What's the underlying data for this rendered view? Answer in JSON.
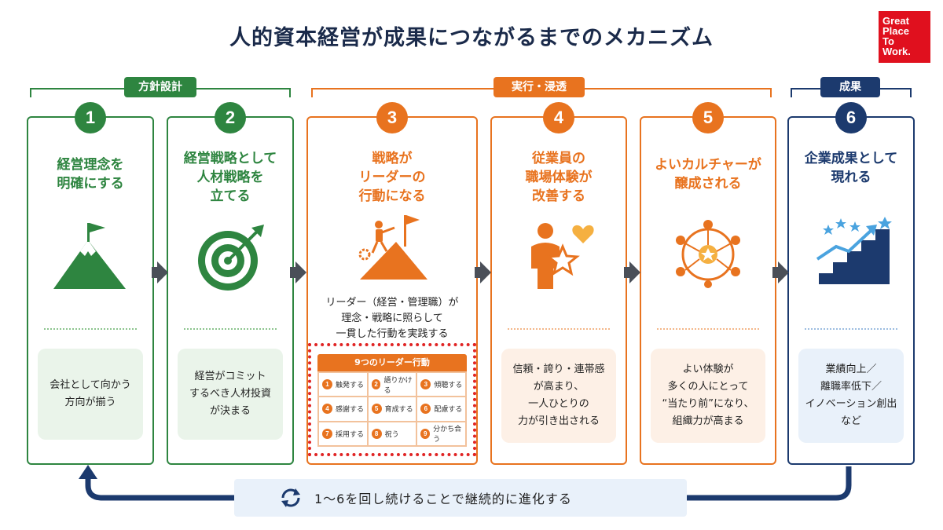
{
  "title": "人的資本経営が成果につながるまでのメカニズム",
  "logo": [
    "Great",
    "Place",
    "To",
    "Work."
  ],
  "groups": {
    "design": "方針設計",
    "execution": "実行・浸透",
    "result": "成果"
  },
  "steps": [
    {
      "num": "1",
      "heading": [
        "経営理念を",
        "明確にする"
      ],
      "bottom": [
        "会社として向かう",
        "方向が揃う"
      ]
    },
    {
      "num": "2",
      "heading": [
        "経営戦略として",
        "人材戦略を",
        "立てる"
      ],
      "bottom": [
        "経営がコミット",
        "するべき人材投資",
        "が決まる"
      ]
    },
    {
      "num": "3",
      "heading": [
        "戦略が",
        "リーダーの",
        "行動になる"
      ],
      "middle": [
        "リーダー（経営・管理職）が",
        "理念・戦略に照らして",
        "一貫した行動を実践する"
      ]
    },
    {
      "num": "4",
      "heading": [
        "従業員の",
        "職場体験が",
        "改善する"
      ],
      "bottom": [
        "信頼・誇り・連帯感",
        "が高まり、",
        "一人ひとりの",
        "力が引き出される"
      ]
    },
    {
      "num": "5",
      "heading": [
        "よいカルチャーが",
        "醸成される"
      ],
      "bottom": [
        "よい体験が",
        "多くの人にとって",
        "“当たり前”になり、",
        "組織力が高まる"
      ]
    },
    {
      "num": "6",
      "heading": [
        "企業成果として",
        "現れる"
      ],
      "bottom": [
        "業績向上／",
        "離職率低下／",
        "イノベーション創出",
        "など"
      ]
    }
  ],
  "nine_actions": {
    "title": "9つのリーダー行動",
    "items": [
      {
        "n": "1",
        "label": "触発する"
      },
      {
        "n": "2",
        "label": "語りかける"
      },
      {
        "n": "3",
        "label": "傾聴する"
      },
      {
        "n": "4",
        "label": "感謝する"
      },
      {
        "n": "5",
        "label": "育成する"
      },
      {
        "n": "6",
        "label": "配慮する"
      },
      {
        "n": "7",
        "label": "採用する"
      },
      {
        "n": "8",
        "label": "祝う"
      },
      {
        "n": "9",
        "label": "分かち合う"
      }
    ]
  },
  "loop_text": "1～6を回し続けることで継続的に進化する",
  "colors": {
    "green": "#2e8540",
    "orange": "#e8731f",
    "navy": "#1c3a6e",
    "logo_red": "#e0101e"
  },
  "icons": [
    "mountain-flag-icon",
    "target-arrow-icon",
    "climber-flag-icon",
    "employee-star-heart-icon",
    "people-network-icon",
    "growth-stairs-icon",
    "cycle-icon"
  ]
}
